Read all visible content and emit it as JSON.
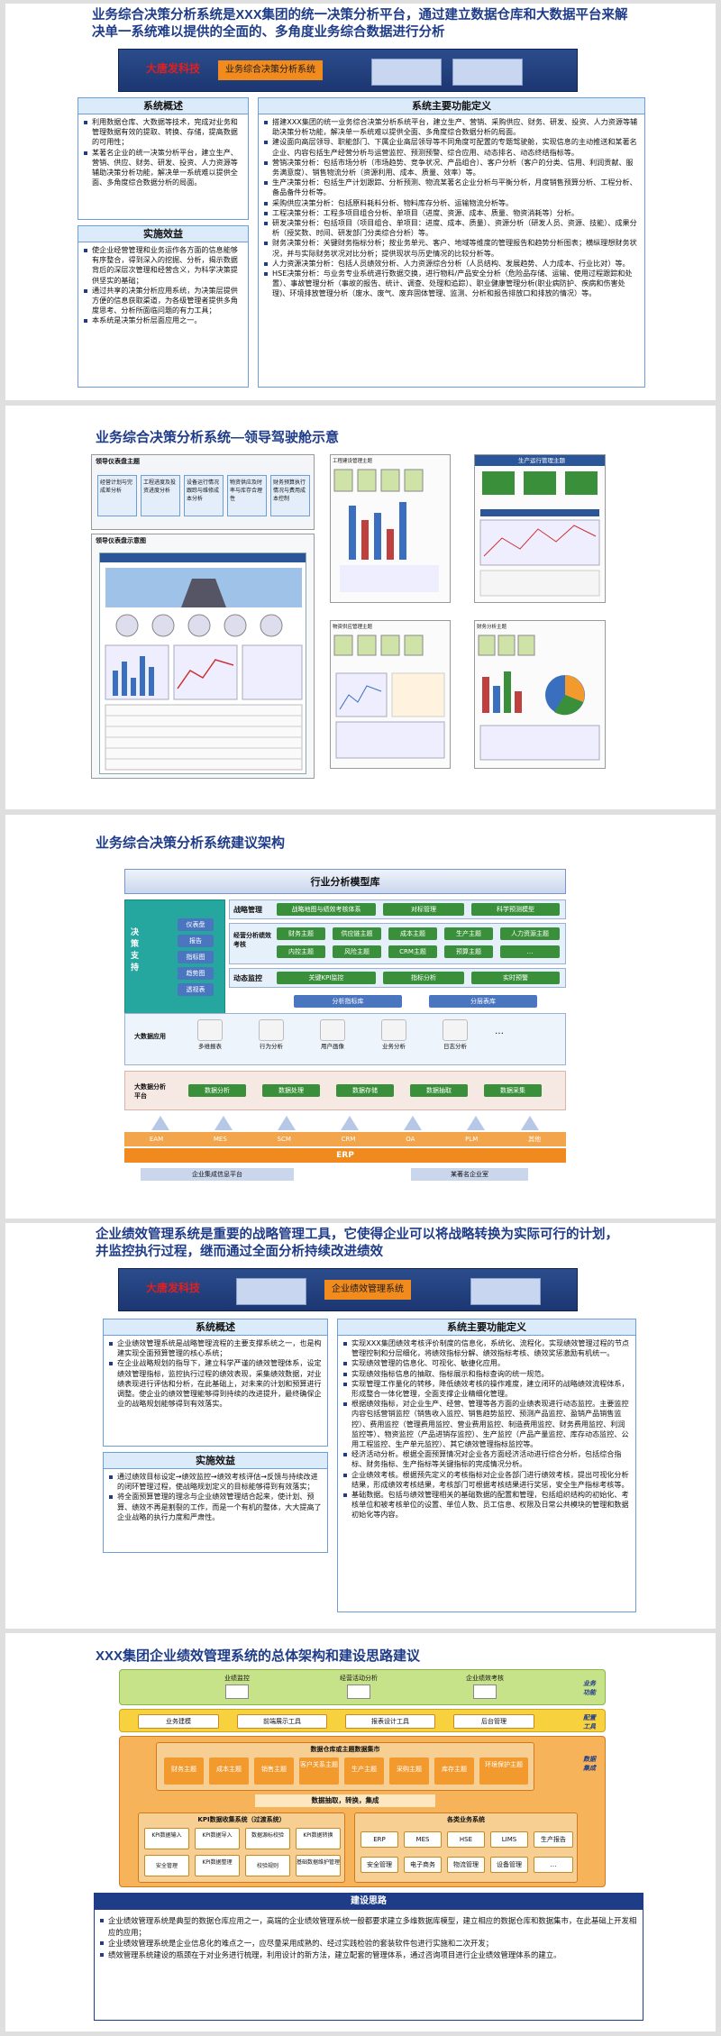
{
  "s1": {
    "title": "业务综合决策分析系统是XXX集团的统一决策分析平台，通过建立数据仓库和大数据平台来解决单一系统难以提供的全面的、多角度业务综合数据进行分析",
    "banner_logo": "大唐发科技",
    "banner_tab": "业务综合决策分析系统",
    "overview_head": "系统概述",
    "overview_items": [
      "利用数据仓库、大数据等技术，完成对业务和管理数据有效的提取、转换、存储，提高数据的可用性；",
      "某著名企业的统一决策分析平台，建立生产、营销、供应、财务、研发、投资、人力资源等辅助决策分析功能，解决单一系统难以提供全面、多角度综合数据分析的局面。"
    ],
    "effect_head": "实施效益",
    "effect_items": [
      "使企业经营管理和业务运作各方面的信息能够有序整合，得到深入的挖掘、分析，揭示数据背后的深层次管理和经营含义，为科学决策提供坚实的基础；",
      "通过共享的决策分析应用系统，为决策层提供方便的信息获取渠道，为各级管理者提供多角度思考、分析所面临问题的有力工具；",
      "本系统是决策分析层面应用之一。"
    ],
    "func_head": "系统主要功能定义",
    "func_items": [
      "搭建XXX集团的统一业务综合决策分析系统平台，建立生产、营销、采购供应、财务、研发、投资、人力资源等辅助决策分析功能，解决单一系统难以提供全面、多角度综合数据分析的局面。",
      "建设面向高层领导、职能部门、下属企业高层领导等不同角度可配置的专题驾驶舱，实现信息的主动推送和某著名企业、内容包括生产经营分析与运营监控、预测预警、综合应用、动态排名、动态终结指标等。",
      "营销决策分析：包括市场分析（市场趋势、竞争状况、产品组合）、客户分析（客户的分类、信用、利润贡献、服务满意度）、销售物流分析（资源利用、成本、质量、效率）等。",
      "生产决策分析：包括生产计划跟踪、分析预测、物流某著名企业分析与平衡分析，月度销售预算分析、工程分析、备品备件分析等。",
      "采购供应决策分析：包括原料耗料分析、物料库存分析、运输物流分析等。",
      "工程决策分析：工程多项目组合分析、单项目（进度、资源、成本、质量、物资消耗等）分析。",
      "研发决策分析：包括项目（项目组合、单项目：进度、成本、质量）、资源分析（研发人员、资源、技能）、成果分析（授奖数、时间、研发部门分类综合分析）等。",
      "财务决策分析：关键财务指标分析；按业务单元、客户、地域等维度的管理报告和趋势分析图表；横纵理想财务状况，并与实际财务状况对比分析；提供现状与历史情况的比较分析等。",
      "人力资源决策分析：包括人员绩效分析、人力资源综合分析（人员结构、发展趋势、人力成本、行业比对）等。",
      "HSE决策分析：与业务专业系统进行数据交换，进行物料/产品安全分析（危险品存储、运输、使用过程跟踪和处置）、事故管理分析（事故的报告、统计、调查、处理和追踪）、职业健康管理分析(职业病防护、疾病和伤害处理)、环境排放管理分析（废水、废气、废弃固体管理、监测、分析和报告排放口和排放的情况）等。"
    ]
  },
  "s2": {
    "title": "业务综合决策分析系统—领导驾驶舱示意",
    "panel1_head": "领导仪表盘主题",
    "panel1_items": [
      "经营计划与完成差分析",
      "工程进度及投资进度分析",
      "设备运行情况跟踪与维修成本分析",
      "物资供应及时率与库存合理性",
      "财务预算执行情况与费用成本控制"
    ],
    "panel2_head": "领导仪表盘示意图",
    "thumb_titles": [
      "工程建设管理主题",
      "生产运行管理主题",
      "物资供应管理主题",
      "财务分析主题"
    ]
  },
  "s3": {
    "title": "业务综合决策分析系统建议架构",
    "top_bar": "行业分析模型库",
    "left_col": "决策支持",
    "left_items": [
      "仪表盘",
      "报告",
      "指标图",
      "趋势图",
      "透视表"
    ],
    "strategy_label": "战略管理",
    "strategy_items": [
      "战略地图与绩效考核体系",
      "对标管理",
      "科学预测模型"
    ],
    "perf_label": "经营分析绩效考核",
    "perf_items": [
      "财务主题",
      "供应链主题",
      "成本主题",
      "生产主题",
      "人力资源主题",
      "内控主题",
      "风险主题",
      "CRM主题",
      "预算主题",
      "…"
    ],
    "monitor_label": "动态监控",
    "monitor_items": [
      "关键KPI监控",
      "指标分析",
      "实时预警"
    ],
    "bigdata_app": "大数据应用",
    "split_items": [
      "分析指标库",
      "分层表库"
    ],
    "app_items": [
      "多维报表",
      "行为分析",
      "用户画像",
      "业务分析",
      "日志分析",
      "…"
    ],
    "platform_label": "大数据分析平台",
    "platform_items": [
      "数据分析",
      "数据处理",
      "数据存储",
      "数据抽取",
      "数据采集"
    ],
    "sources": [
      "EAM",
      "MES",
      "SCM",
      "CRM",
      "OA",
      "PLM",
      "其他"
    ],
    "erp": "ERP",
    "bottom_items": [
      "企业集成信息平台",
      "某著名企业室"
    ]
  },
  "s4": {
    "title": "企业绩效管理系统是重要的战略管理工具，它使得企业可以将战略转换为实际可行的计划，并监控执行过程，继而通过全面分析持续改进绩效",
    "banner_logo": "大唐发科技",
    "banner_tab": "企业绩效管理系统",
    "overview_head": "系统概述",
    "overview_items": [
      "企业绩效管理系统是战略管理流程的主要支撑系统之一，也是构建实现全面预算管理的核心系统；",
      "在企业战略规划的指导下，建立科学严谨的绩效管理体系，设定绩效管理指标，监控执行过程的绩效表现，采集绩效数据，对业绩表现进行评估和分析，在此基础上，对未来的计划和预算进行调整。使企业的绩效管理能够得到持续的改进提升，最终确保企业的战略规划能够得到有效落实。"
    ],
    "effect_head": "实施效益",
    "effect_items": [
      "通过绩效目标设定→绩效监控→绩效考核评估→反馈与持续改进的闭环管理过程，使战略规划定义的目标能够得到有效落实；",
      "将全面预算管理的理念与企业绩效管理结合起来，使计划、预算、绩效不再是割裂的工作，而是一个有机的整体，大大提高了企业战略的执行力度和严肃性。"
    ],
    "func_head": "系统主要功能定义",
    "func_items": [
      "实现XXX集团绩效考核评价制度的信息化，系统化、流程化，实现绩效管理过程的节点管理控制和分层细化，将绩效指标分解、绩效指标考核、绩效奖惩激励有机统一。",
      "实现绩效管理的信息化、可视化、敏捷化应用。",
      "实现绩效指标信息的抽取、指标展示和指标查询的统一规范。",
      "实现管理工作量化的转移，降低绩效考核的操作难度，建立闭环的战略绩效流程体系，形成整合一体化管理，全面支撑企业精细化管理。",
      "根据绩效指标，对企业生产、经营、管理等各方面的业绩表现进行动态监控。主要监控内容包括营销监控（销售收入监控、销售趋势监控、预测产品监控、盈销产品销售监控）、费用监控（管理费用监控、营业费用监控、制造费用监控、财务费用监控、利润监控等）、物资监控（产品进销存监控）、生产监控（产品产量监控、库存动态监控、公用工程监控、生产单元监控）、其它绩效管理指标监控等。",
      "经济活动分析。根据全面预算情况对企业各方面经济活动进行综合分析，包括综合指标、财务指标、生产指标等关键指标的完成情况分析。",
      "企业绩效考核。根据预先定义的考核指标对企业各部门进行绩效考核，提出可视化分析结果，形成绩效考核结果，考核部门可根据考核结果进行奖惩，安全生产指标考核等。",
      "基础数据。包括与绩效管理相关的基础数据的配置和管理，包括组织结构的初始化、考核单位和被考核单位的设置、单位人数、员工信息、权限及日常公共模块的管理和数据初始化等内容。"
    ]
  },
  "s5": {
    "title": "XXX集团企业绩效管理系统的总体架构和建设思路建议",
    "top_items": [
      "业绩监控",
      "经营活动分析",
      "企业绩效考核"
    ],
    "top_side": "业务功能",
    "tool_items": [
      "业务建模",
      "前端展示工具",
      "报表设计工具",
      "后台管理"
    ],
    "tool_side": "配置工具",
    "dw_label": "数据仓库或主题数据集市",
    "dw_items": [
      "财务主题",
      "成本主题",
      "销售主题",
      "客户关系主题",
      "生产主题",
      "采购主题",
      "库存主题",
      "环境保护主题"
    ],
    "etl": "数据抽取，转换，集成",
    "integ_side": "数据集成",
    "kpi_label": "KPI数据收集系统（过渡系统）",
    "kpi_items": [
      "KPI数据输入",
      "KPI数据导入",
      "数据源标校验",
      "KPI数据转换",
      "安全管理",
      "KPI数据整理",
      "校验规则",
      "基础数据维护管理"
    ],
    "biz_label": "各类业务系统",
    "biz_items": [
      "ERP",
      "MES",
      "HSE",
      "LIMS",
      "生产报告",
      "安全管理",
      "电子商务",
      "物流管理",
      "设备管理",
      "…"
    ],
    "idea_head": "建设思路",
    "idea_items": [
      "企业绩效管理系统是典型的数据仓库应用之一，高端的企业绩效管理系统一般都要求建立多维数据库模型，建立相应的数据仓库和数据集市，在此基础上开发相应的应用；",
      "企业绩效管理系统是企业信息化的难点之一，应尽量采用成熟的、经过实践检验的套装软件包进行实施和二次开发；",
      "绩效管理系统建设的瓶颈在于对业务进行梳理，利用设计的新方法，建立配套的管理体系，通过咨询项目进行企业绩效管理体系的建立。"
    ]
  },
  "colors": {
    "title_blue": "#1f3c88",
    "banner_blue": "#2b4c8c",
    "accent_orange": "#f28b1e",
    "arch_green": "#3a8f3a"
  }
}
